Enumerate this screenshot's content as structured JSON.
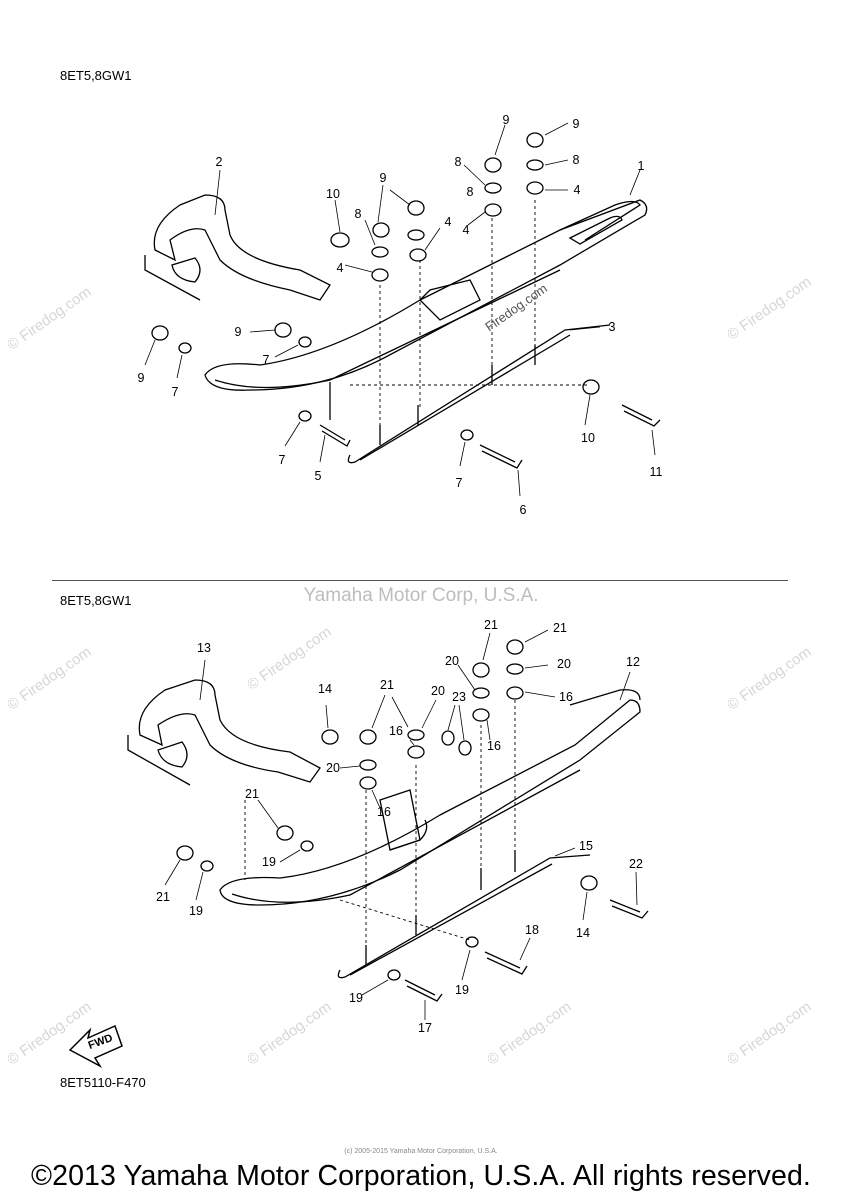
{
  "top_diagram": {
    "model_label": "8ET5,8GW1",
    "callouts": [
      "1",
      "2",
      "3",
      "4",
      "4",
      "4",
      "4",
      "5",
      "6",
      "7",
      "7",
      "7",
      "7",
      "8",
      "8",
      "8",
      "8",
      "9",
      "9",
      "9",
      "9",
      "9",
      "10",
      "10",
      "11"
    ]
  },
  "bottom_diagram": {
    "model_label": "8ET5,8GW1",
    "figure_code": "8ET5110-F470",
    "fwd_label": "FWD",
    "callouts": [
      "12",
      "13",
      "14",
      "14",
      "15",
      "16",
      "16",
      "16",
      "16",
      "17",
      "18",
      "19",
      "19",
      "19",
      "19",
      "20",
      "20",
      "20",
      "20",
      "21",
      "21",
      "21",
      "21",
      "21",
      "22",
      "23"
    ]
  },
  "watermarks": {
    "center": "Yamaha Motor Corp, U.S.A.",
    "site": "© Firedog.com",
    "in_part": "Firedog.com",
    "tiny": "(c) 2005-2015 Yamaha Motor Corporation, U.S.A."
  },
  "footer": {
    "copyright": "©2013 Yamaha Motor Corporation, U.S.A. All rights reserved."
  }
}
